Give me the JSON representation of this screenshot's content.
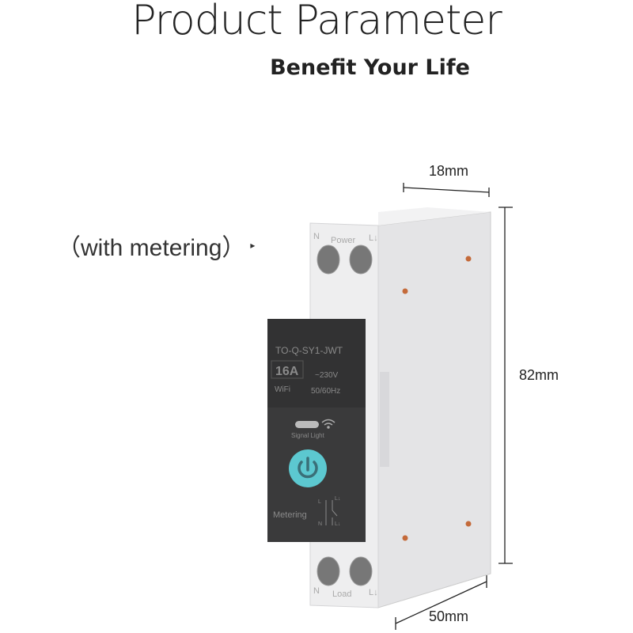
{
  "header": {
    "title": "Product Parameter",
    "subtitle": "Benefit Your Life"
  },
  "note": {
    "text": "（with metering）",
    "arrow": "▸"
  },
  "dimensions": {
    "width": "18mm",
    "height": "82mm",
    "depth": "50mm"
  },
  "device": {
    "model": "TO-Q-SY1-JWT",
    "current": "16A",
    "voltage": "~230V",
    "wifi": "WiFi",
    "frequency": "50/60Hz",
    "signal_label": "Signal Light",
    "metering_label": "Metering",
    "top_terminal": {
      "n": "N",
      "label": "Power",
      "l": "L↓"
    },
    "bottom_terminal": {
      "n": "N",
      "label": "Load",
      "l": "L↓"
    },
    "switch_labels": {
      "l_in": "L",
      "l_out": "L↓",
      "n_in": "N",
      "n_out": "L↓"
    },
    "accent_color": "#5cc8d0",
    "panel_color": "#3a3a3b"
  }
}
